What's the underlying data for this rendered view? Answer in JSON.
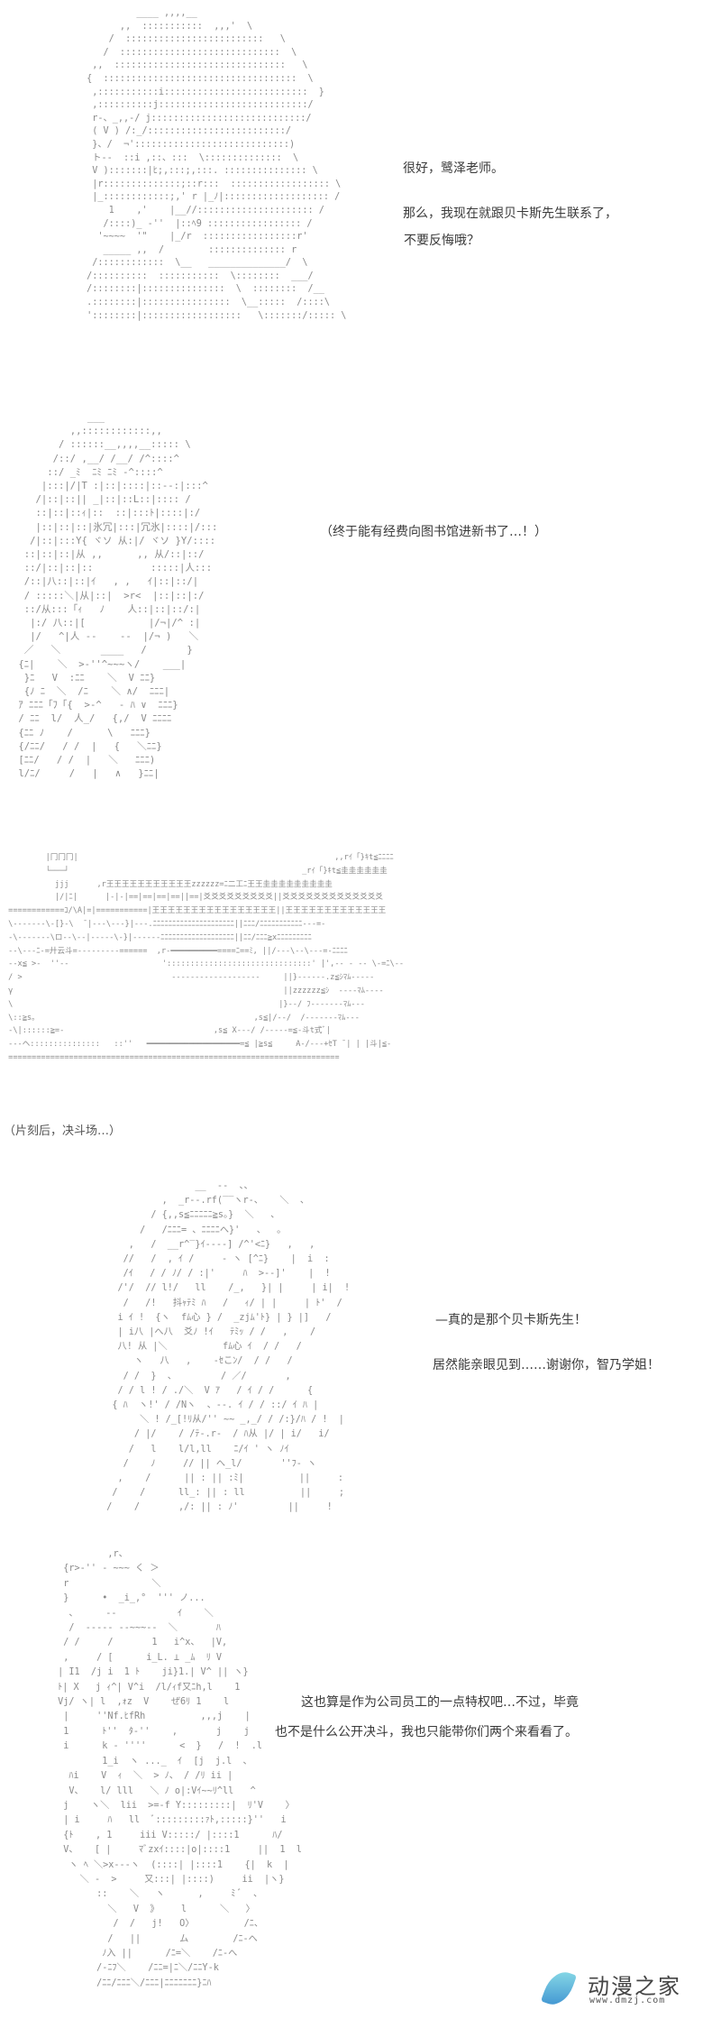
{
  "panels": [
    {
      "id": 1,
      "dialogue": [
        "很好，鹭泽老师。",
        "那么，我现在就跟贝卡斯先生联系了，",
        "不要反悔哦？"
      ],
      "art": "          ____ ,,,,__\n       ,,  :::::::::::  ,,,'  \\\n     /  :::::::::::::::::::::::::   \\\n    /  :::::::::::::::::::::::::::::  \\\n  ,,  :::::::::::::::::::::::::::::::   \\\n {  :::::::::::::::::::::::::::::::::::  \\\n  ,:::::::::::i::::::::::::::::::::::::::  }\n  ,::::::::::j:::::::::::::::::::::::::::/\n  r-、_,,-/ j::::::::::::::::::::::::::::/\n  ( V ) /:_/:::::::::::::::::::::::::/\n  }、/  ¬'::::::::::::::::::::::::::::)\n  ト-‐  ::i ,::、:::  \\::::::::::::::  \\\n  V ):::::::|ﾋ;,:::;,:::. ::::::::::::::: \\\n  |r::::::::::::::;::r:::  :::::::::::::::::: \\\n  |_::::::::::::;,' r |_ﾉ|::::::::::::::::::: /\n     1    ,'    |__//::::::::::::::::::::: /\n    /::::)_ ‐''  |::ﾍ9 ::::::::::::::::: /\n   '~~~~  '\"    |_/r  :::::::::::::::::r'\n    _____ ,,  /        :::::::::::::: r\n  /::::::::::::  \\__   ______________/  \\\n /::::::::::  :::::::::::  \\::::::::  ___/\n /::::::::|:::::::::::::::  \\  ::::::::  /__\n .::::::::|::::::::::::::::  \\__:::::  /::::\\\n '::::::::|::::::::::::::::::   \\:::::::/::::: \\"
    },
    {
      "id": 2,
      "dialogue": [
        "（终于能有经费向图书馆进新书了…！）"
      ],
      "art": "             ___\n          ,,::::::::::::,,\n        / ::::::__,,,,__::::: \\\n       /::/ ,__/ /__/ /^::::^\n      ::/ _ﾐ  ﾆﾐ ﾆﾐ -^::::^\n     |:::|/|T :|::|::::|::--:|:::^\n    /|::|::|| _|::|::L::|:::: /\n    ::|::|::ｨ|::  ::|:::ﾄ|::::|:/\n    |::|::|::|氷冗|:::|冗氷|::::|/:::\n   /|::|:::Y{ ヾソ 从:|/ ヾソ }Y/::::\n  ::|::|::|从 ,,      ,, 从/::|::/\n  ::/|::|::|::          :::::|人:::\n  /::|八::|::|ｲ   , ,   ｲ|::|::/|\n  / :::::＼|从|::|  >r<  |::|::|:/\n  ::/从:::「ｨ   ﾉ    人::|::|::/:|\n   |:/ 八::|[           |/¬|/^ :|\n   |/   ^|人 ‐‐    ‐‐  |/¬ )   ＼\n  ／   ＼       ____   /       }\n {ﾆ|    ＼  >‐''^~~~ヽ/    ___|\n  }ﾆ   V  :ﾆﾆ    ＼  V ﾆﾆ}\n  {ﾉ ﾆ  ＼  /ﾆ    ＼ ∧/  ﾆﾆﾆ|\n ｱ ﾆﾆﾆ「ﾌ「{  >‐^   ‐ ﾊ ∨  ﾆﾆﾆ}\n / ﾆﾆ  l/  人_/   {,/  V ﾆﾆﾆﾆ\n {ﾆﾆ ﾉ    /      \\   ﾆﾆﾆ}\n {/ﾆﾆ/   / /  |   {   ＼ﾆﾆ}\n [ﾆﾆ/   / /  |   ＼   ﾆﾆﾆ)\n l/ﾆ/     /   |   ∧   }ﾆﾆ|"
    },
    {
      "id": 3,
      "caption": "（片刻后，决斗场…）",
      "art": "         |冂冂冂|                                                       ,,rｲ「}ｷt≦ﾆﾆﾆﾆ\n         └───┘                                                  _rｲ「}ｷt≦圭圭圭圭圭圭\n           jjj      ,r王王王王王王王王王王王zzzzzz=ﾆ二工ﾆ王王圭圭圭圭圭圭圭圭圭\n           |/|ﾆ|      |‐|‐|==|==|==|==||==|爻爻爻爻爻爻爻爻爻||爻爻爻爻爻爻爻爻爻爻爻爻爻\n ============ｺ/\\A|=|===========|王王王王王王王王王王王王王王王王||王王王王王王王王王王王王王\n \\-------\\-[}-\\  ̄ |---\\---}|---.ﾆﾆﾆﾆﾆﾆﾆﾆﾆﾆﾆﾆﾆﾆﾆﾆﾆﾆﾆﾆﾆ||ﾆﾆﾆ/ﾆﾆﾆﾆﾆﾆﾆﾆﾆﾆﾆ‐--=-\n -\\-------\\ロ--\\--|-----\\-}|------ﾆﾆﾆﾆﾆﾆﾆﾆﾆﾆﾆﾆﾆﾆﾆﾆﾆﾆﾆ||ﾆﾆ/ﾆﾆﾆ≧xﾆﾆﾆﾆﾆﾆﾆﾆﾆ\n --\\--‐ﾆ‐=廾云斗=‐‐‐‐‐‐‐‐‐======  ,r-━━━━━━━━━━====ﾆ==ﾐ, ||/---\\--\\--‐=‐ﾆﾆﾆﾆ\n --x≦ >‐  ''‐‐                    ':::::::::::::::::::::::::::::::' |',-- - -- \\-=ﾆ\\--\n / >                                ‐‐‐‐‐‐‐‐‐‐‐‐‐‐‐‐‐‐‐     ||}------.z≦ｼﾏﾑ-----\n γ                                                          ||zzzzzz≦ｼ  ----ﾏﾑ----\n \\                                                         |}--/ ﾌ-------ﾏﾑ---\n \\::≧s。                                              ,s≦|/--/  /-------ﾏﾑ---\n -\\|::::::≧=-                                ,s≦ X---/ /-----=≦-斗t式ﾞ|\n ---ヘ:::::::::::::::   ::''   ━━━━━━━━━━━━━━━━━━━━=≦ |≧s≦     A-/‐‐‐+ｾT ̄ | | |斗|≦-\n ======================================================================="
    },
    {
      "id": 4,
      "dialogue": [
        "—真的是那个贝卡斯先生！",
        "居然能亲眼见到……谢谢你，智乃学姐！"
      ],
      "art": "                  __  ‐‐  、、\n            ,  _r‐-.rf(‾‾ヽr‐、   ＼  、\n          / {,,s≦ﾆﾆﾆﾆﾆ≧s。}  ＼   、\n        /   /ﾆﾆﾆ= 、ﾆﾆﾆﾆへ}'   、  。\n      ,   /  __r^‾}ｲ‐‐‐-] /^'<ﾆ}   ,   ,\n     //   /  , ｲ /     ‐ ヽ [^ﾆ}    |  i  :\n     /ｲ   / / ﾉ/ / :|'     ﾊ  >‐-]'    |  !\n    /'/  // l!/   ll    /_,   }| |     | i|  !\n     /   /!   抖ｬﾃﾐ ﾊ   /   ｨ/ | |     | ﾄ'  /\n    i ｲ !  {ヽ  fﾑ心 } /  _zjﾑ'ﾄ} | } |]   /\n    | i八 |へ八  爻ﾉ !ｲ   ﾃﾐｯ / /   ,    /\n    八! 从 |＼          fﾑ心 ｲ  / /   /\n       ヽ   八   ,    ‐ｾこﾝ/  / /   /\n     / /  }  、        / ／/       ,\n    / / l ! / ./＼  V ｱ   / ｲ / /      {\n   { ﾊ  ヽ!' / /Nヽ  、‐‐. ｲ / / ::/ ｲ ﾊ |\n        ＼ ! /_[!ﾘ从/'' ~~ _,_/ / /:}/ﾊ / !  |\n       / |/    / /ﾃ-.r‐  / ﾊ从 |/ | i/   i/\n      /   l    l/l,ll    ﾆ/ｲ ' ヽ ﾉｲ\n     /    ﾉ     // || へ_l/       ''ﾌ‐ ヽ\n    ,    /      || : || :ﾐ|          ||     :\n   /    /      ll_: || : ll          ||     ;\n  /    /       ,/: || : ﾉ'         ||     !"
    },
    {
      "id": 5,
      "dialogue": [
        "这也算是作为公司员工的一点特权吧…不过，毕竟",
        "也不是什么公开决斗，我也只能带你们两个来看看了。"
      ],
      "art": "          ,r、\n  {r>‐'' ‐ ~~~ く ＞\n  r               ＼\n  }      •  _i_,°  ''' ノ...\n   、     ‐‐           ｲ    ＼\n   /  ‐‐‐‐‐ ‐‐~~~‐‐  ＼       ﾊ\n  / /     /       1   i^x、  |V,\n  ,     / [      i_L. ⊥ _ﾑ  ﾘ V\n | I1  /j i  1 ﾄ    ji}1.| V^ || ヽ}\n ﾄ| X   j ｨ^| V^i  /l/ｨf又ﾆh,l    1\n Vj/ ヽ| l  ,ｫz  V    ぜ6ﾘ 1    l\n  |     ''Nf.ﾋfRh          ,,,j    |\n  1      ﾄ''  ﾀ‐''    ,       j    j\n  i      k ‐ ''''      <  }   /  !  .l\n         1_i  ヽ ..._  ｲ  [j  j.l  、\n   ﾊi    V  ｨ  ＼  > ﾉ、 / /ﾘ ii |\n   V、   l/ lll   ＼ ﾉ o|:Vｲ~~ﾘ^ll   ^\n  j    ヽ＼  lii  >=‐f Y:::::::::|  ﾘ'V    〉\n  | i     ﾊ   ll  ﾞ:::::::::ｧﾄ,:::::}''   i\n  {ﾄ    , 1     iii V:::::/ |::::1      ﾊ/\n  V、   [ |     ﾏﾞzxｲ::::|o|::::1     ||  1  l\n   ヽ ﾍ ＼>x‐--ヽ  (::::| |::::1    {|  k  |\n     ＼ ‐  >     又:::| |::::)     ii  |ヽ}\n        ::    ＼   ヽ      ,     ﾐ ﾞ  、\n          ＼   V  》    l      ＼   〉\n           /  /   j!   O〉         /ﾆ、\n          /   ||       ム        /ﾆ‐へ\n         ﾉ入 ||      /ﾆ=＼    /ﾆ‐へ\n        /‐ﾆﾌ＼    /ﾆﾆ=|ﾆ＼/ﾆﾆY‐k\n        /ﾆﾆ/ﾆﾆﾆ＼/ﾆﾆﾆ|ﾆﾆﾆﾆﾆﾆﾆ}ﾆﾊ"
    }
  ],
  "watermark": {
    "name": "动漫之家",
    "url": "www.dmzj.com",
    "colors": {
      "leaf_light": "#8fe0e8",
      "leaf_dark": "#3a8fd0"
    }
  }
}
